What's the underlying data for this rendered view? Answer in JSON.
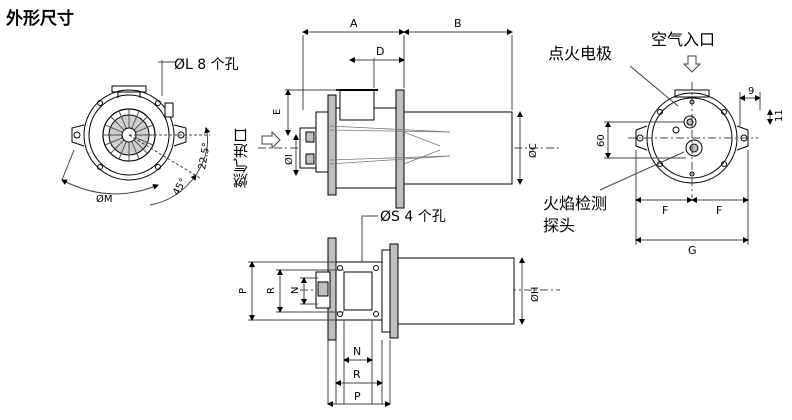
{
  "title": "外形尺寸",
  "callouts": {
    "ignition_electrode": "点火电极",
    "air_inlet": "空气入口",
    "flame_probe_line1": "火焰检测",
    "flame_probe_line2": "探头",
    "gas_inlet": "燃气进口",
    "holes_l": "ØL 8 个孔",
    "holes_s": "ØS 4 个孔"
  },
  "dimensions": {
    "A": "A",
    "B": "B",
    "D": "D",
    "E": "E",
    "OI": "ØI",
    "OC": "ØC",
    "OM": "ØM",
    "angle1": "22.5°",
    "angle2": "45°",
    "n60": "60",
    "n9": "9",
    "n11": "11",
    "F": "F",
    "G": "G",
    "P": "P",
    "R": "R",
    "N": "N",
    "OH": "ØH"
  },
  "colors": {
    "line": "#000000",
    "dim": "#444444",
    "fill": "#bfbfbf"
  }
}
